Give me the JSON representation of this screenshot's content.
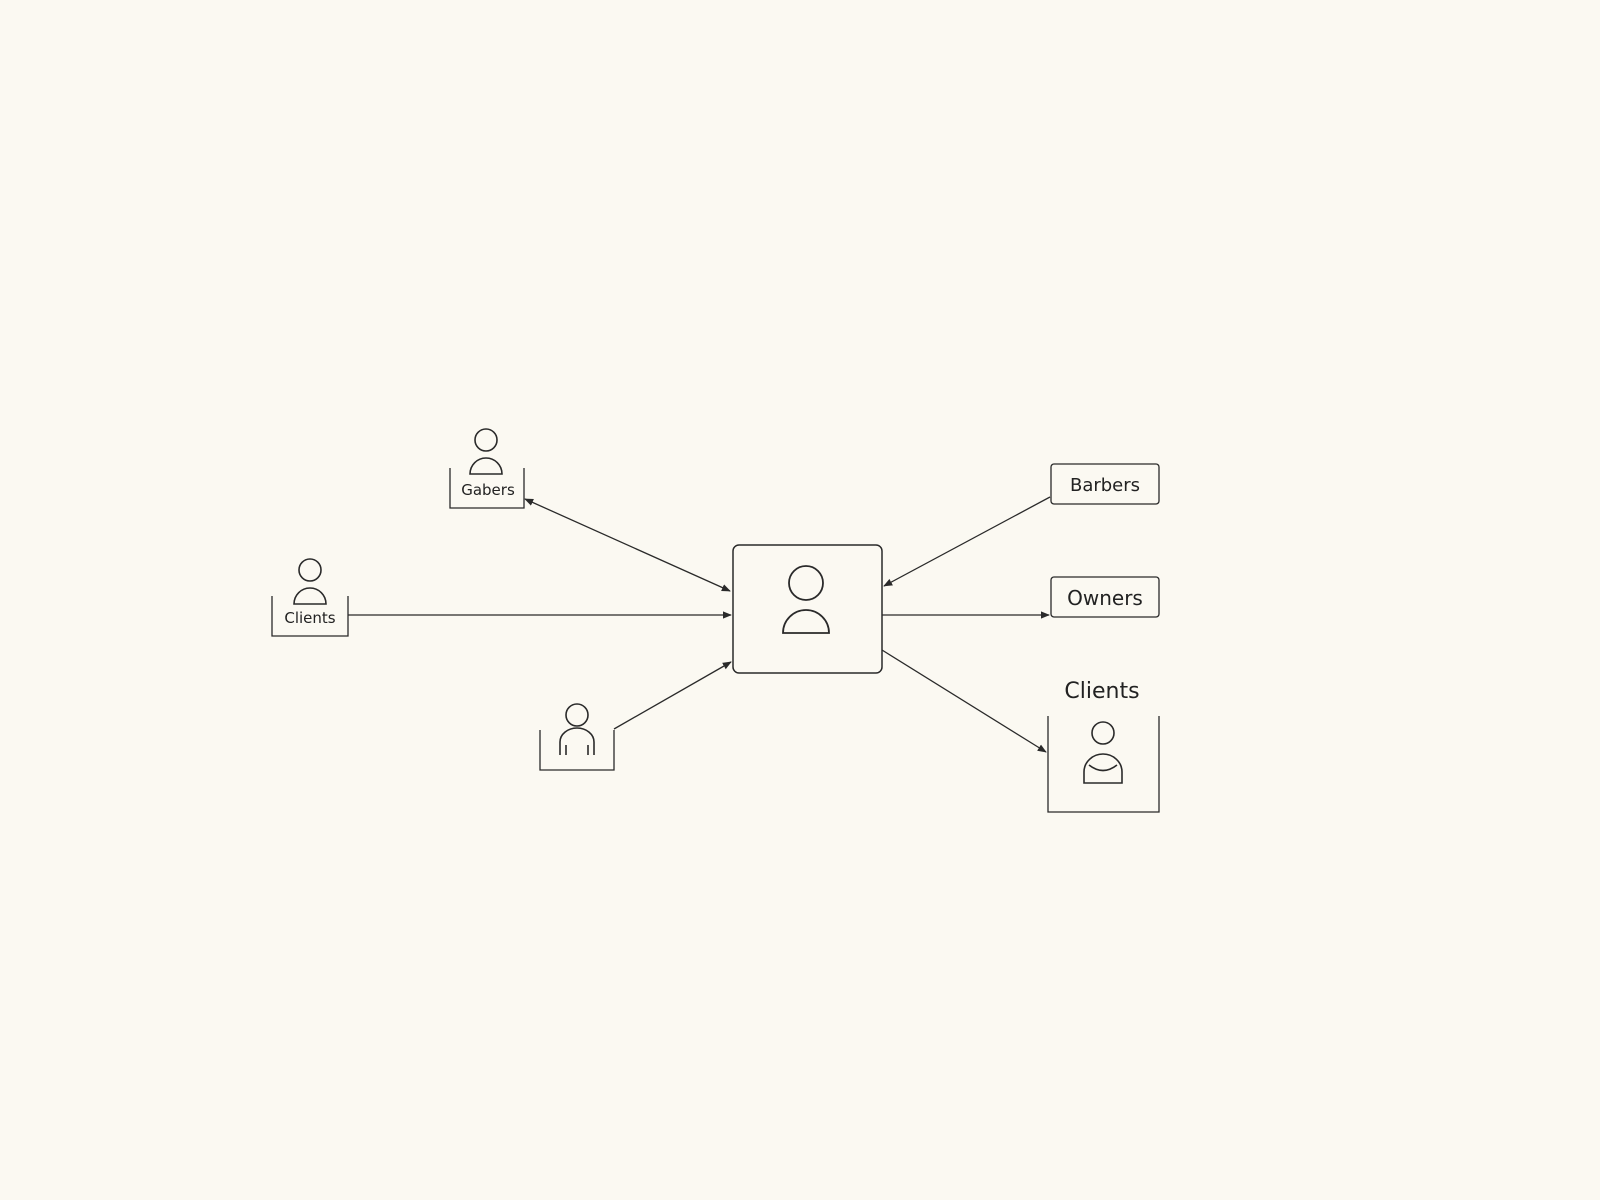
{
  "colors": {
    "background": "#fbf9f2",
    "stroke": "#2a2a2a",
    "text": "#222222"
  },
  "nodes": {
    "central": {
      "icon": "user-icon"
    },
    "left_top": {
      "label": "Gabers",
      "icon": "user-icon"
    },
    "left_mid": {
      "label": "Clients",
      "icon": "user-icon"
    },
    "left_bottom": {
      "icon": "user-icon"
    },
    "right_top": {
      "label": "Barbers"
    },
    "right_mid": {
      "label": "Owners"
    },
    "right_bottom": {
      "label": "Clients",
      "icon": "user-icon"
    }
  },
  "edges": [
    {
      "from": "central",
      "to": "left_top",
      "direction": "both"
    },
    {
      "from": "left_mid",
      "to": "central",
      "direction": "forward"
    },
    {
      "from": "left_bottom",
      "to": "central",
      "direction": "forward"
    },
    {
      "from": "right_top",
      "to": "central",
      "direction": "forward"
    },
    {
      "from": "central",
      "to": "right_mid",
      "direction": "forward"
    },
    {
      "from": "central",
      "to": "right_bottom",
      "direction": "forward"
    }
  ]
}
